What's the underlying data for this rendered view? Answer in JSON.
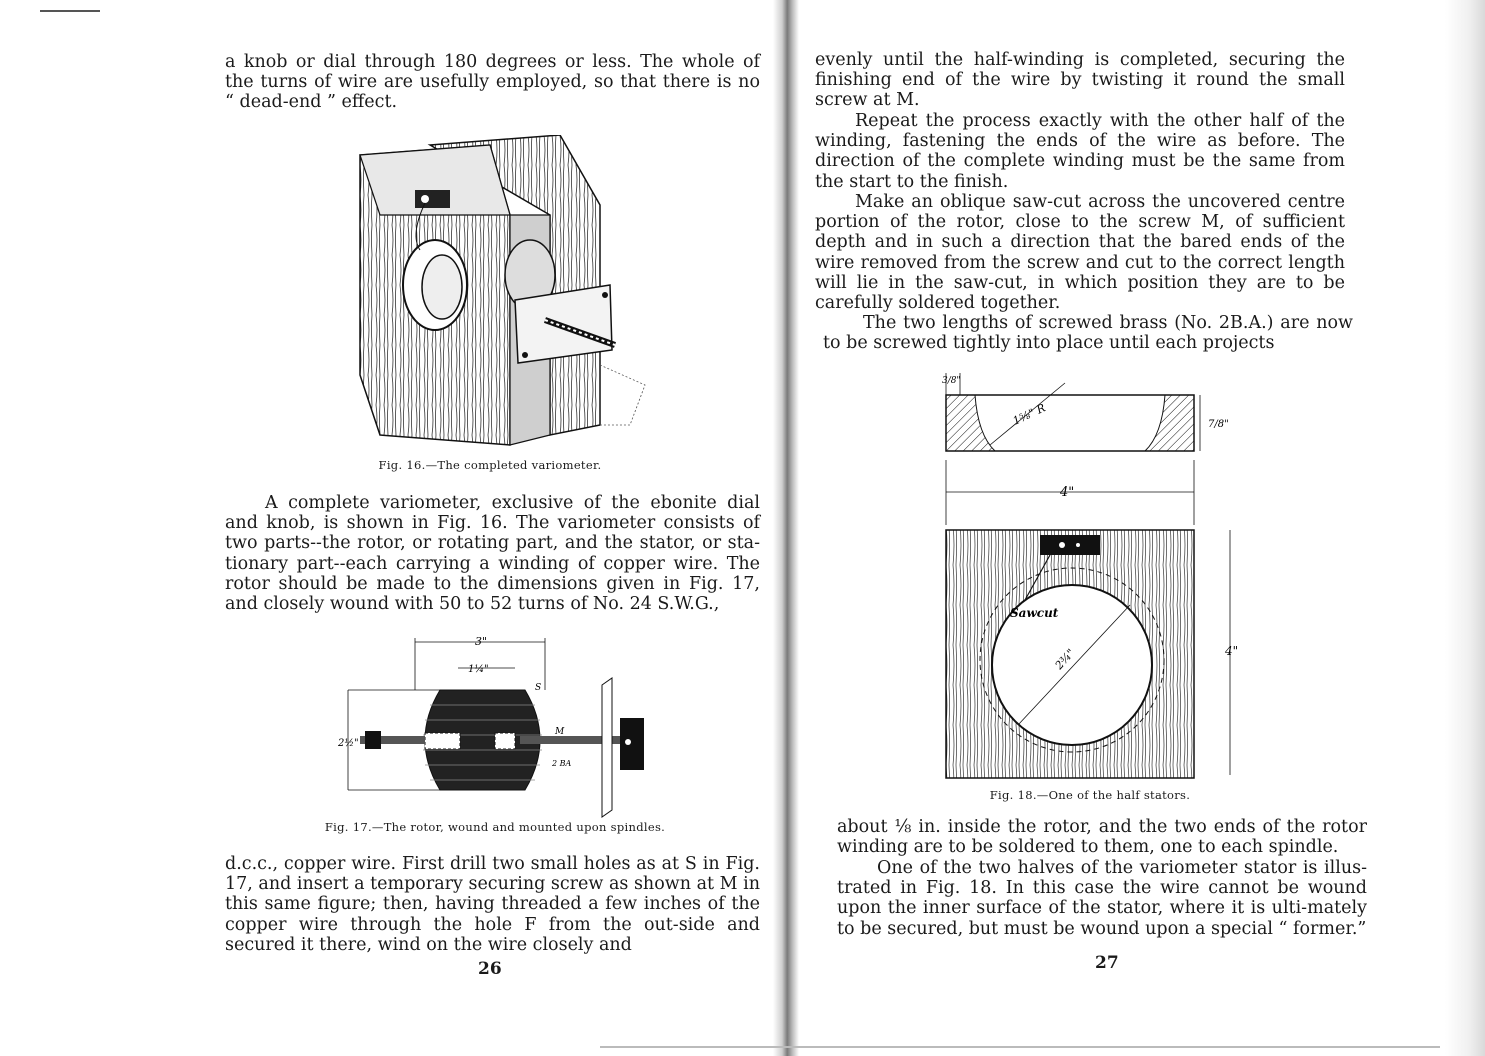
{
  "left_page": {
    "paragraphs": [
      "a knob or dial through 180 degrees or less. The whole of the turns of wire are usefully employed, so that there is no “ dead-end ” effect.",
      "A complete variometer, exclusive of the ebonite dial and knob, is shown in Fig. 16. The variometer consists of two parts--the rotor, or rotating part, and the stator, or sta-tionary part--each carrying a winding of copper wire. The rotor should be made to the dimensions given in Fig. 17, and closely wound with 50 to 52 turns of No. 24 S.W.G.,",
      "d.c.c., copper wire. First drill two small holes as at S in Fig. 17, and insert a temporary securing screw as shown at M in this same figure; then, having threaded a few inches of the copper wire through the hole F from the out-side and secured it there, wind on the wire closely and"
    ],
    "fig16_caption": "Fig. 16.—The completed variometer.",
    "fig17_caption": "Fig. 17.—The rotor, wound and mounted upon spindles.",
    "fig17_labels": {
      "width": "3\"",
      "inner": "1¼\"",
      "s": "S",
      "m": "M",
      "height": "2½\"",
      "thread": "2 BA"
    },
    "page_number": "26"
  },
  "right_page": {
    "paragraphs": [
      "evenly until the half-winding is completed, securing the finishing end of the wire by twisting it round the small screw at M.",
      "Repeat the process exactly with the other half of the winding, fastening the ends of the wire as before. The direction of the complete winding must be the same from the start to the finish.",
      "Make an oblique saw-cut across the uncovered centre portion of the rotor, close to the screw M, of sufficient depth and in such a direction that the bared ends of the wire removed from the screw and cut to the correct length will lie in the saw-cut, in which position they are to be carefully soldered together.",
      "The two lengths of screwed brass (No. 2B.A.) are now to be screwed tightly into place until each projects",
      "about ⅛ in. inside the rotor, and the two ends of the rotor winding are to be soldered to them, one to each spindle.",
      "One of the two halves of the variometer stator is illus-trated in Fig. 18. In this case the wire cannot be wound upon the inner surface of the stator, where it is ulti-mately to be secured, but must be wound upon a special “ former.”"
    ],
    "fig18_caption": "Fig. 18.—One of the half stators.",
    "fig18_labels": {
      "top_offset": "3/8\"",
      "radius": "1⅝\" R",
      "depth": "7/8\"",
      "width": "4\"",
      "height": "4\"",
      "sawcut": "Sawcut",
      "diameter": "2¾\""
    },
    "page_number": "27"
  }
}
